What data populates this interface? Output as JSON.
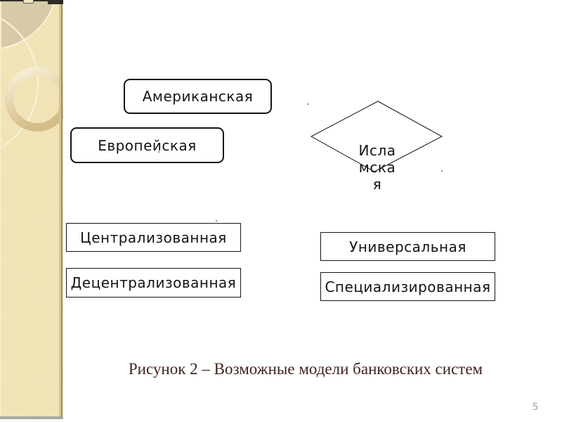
{
  "diagram": {
    "american_label": "Американская",
    "european_label": "Европейская",
    "centralized_label": "Централизованная",
    "decentralized_label": "Децентрализованная",
    "universal_label": "Универсальная",
    "specialized_label": "Специализированная",
    "islamic_label_line1": "Исла",
    "islamic_label_line2": "мска",
    "islamic_label_line3": "я"
  },
  "footer": {
    "caption": "Рисунок 2 – Возможные модели банковских систем",
    "page_number": "5"
  },
  "colors": {
    "sidebar_background": "#ebdba6",
    "sidebar_circle_fill": "#d6caa8",
    "sidebar_circle_outline": "#f8f0d4",
    "shape_border": "#141414",
    "shape_fill": "#ffffff",
    "caption_text": "#3f241e",
    "page_number_text": "#a5a198"
  }
}
